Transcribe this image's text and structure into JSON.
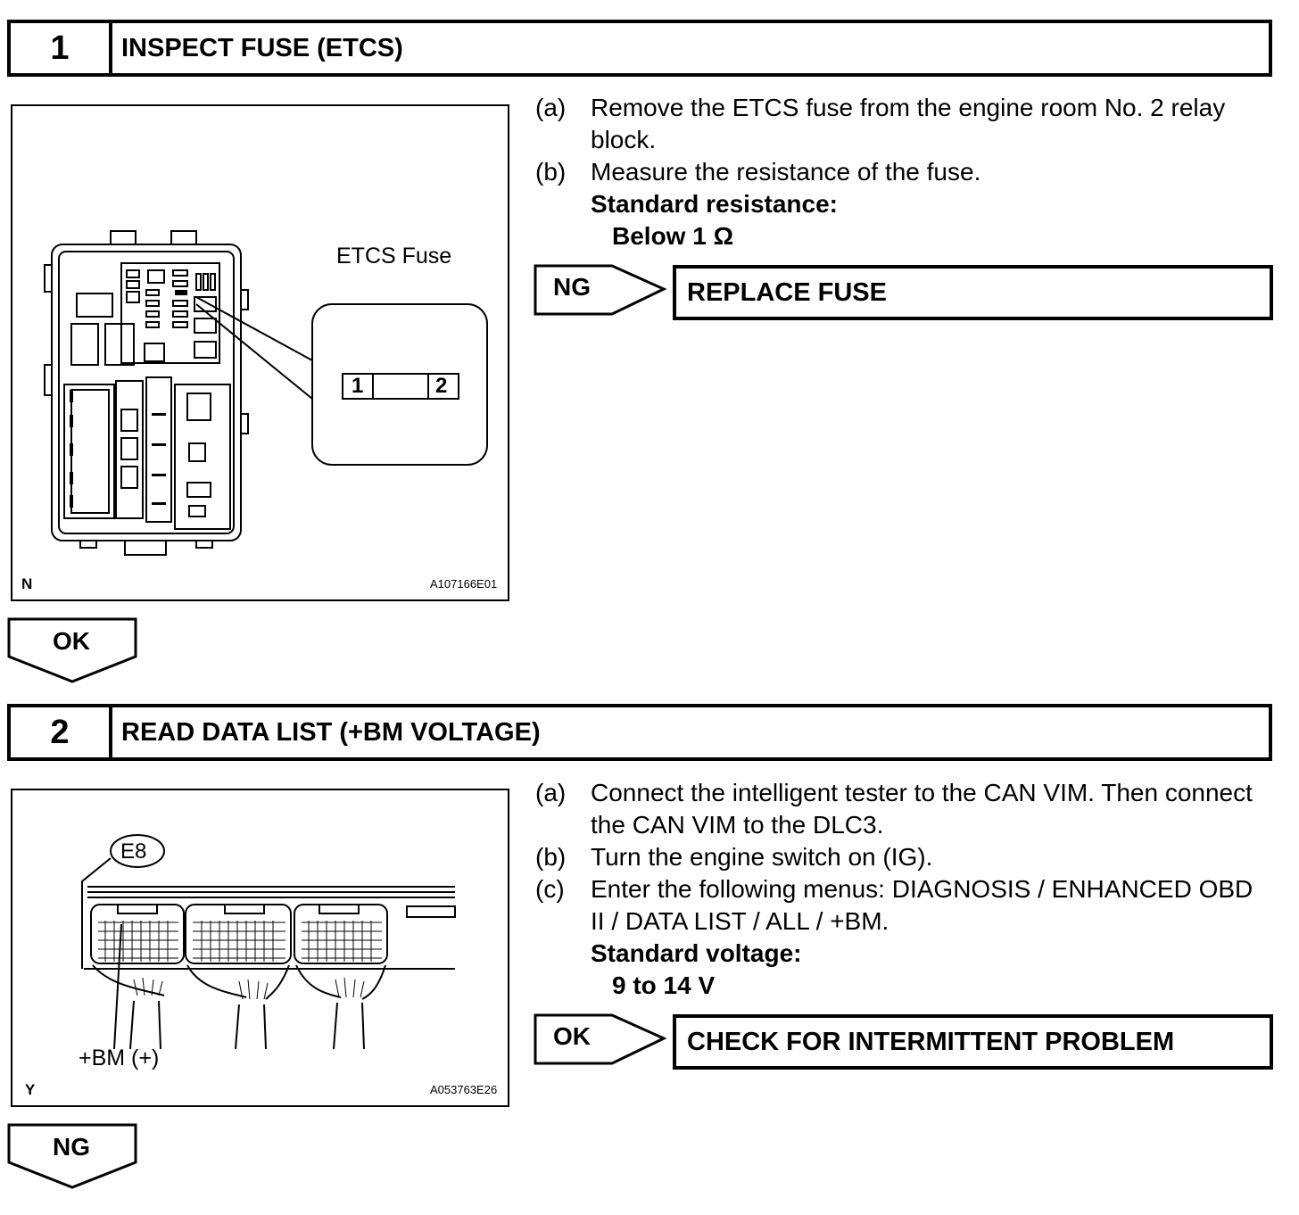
{
  "step1": {
    "number": "1",
    "title": "INSPECT FUSE (ETCS)",
    "figure": {
      "fuse_label": "ETCS Fuse",
      "terminal_1": "1",
      "terminal_2": "2",
      "corner_label": "N",
      "figure_code": "A107166E01"
    },
    "instructions": [
      {
        "label": "(a)",
        "text": "Remove the ETCS fuse from the engine room No. 2 relay block."
      },
      {
        "label": "(b)",
        "text": "Measure the resistance of the fuse."
      }
    ],
    "standard_heading": "Standard resistance:",
    "standard_value": "Below 1 Ω",
    "result": {
      "tag": "NG",
      "action": "REPLACE FUSE"
    },
    "next": "OK"
  },
  "step2": {
    "number": "2",
    "title": "READ DATA LIST (+BM VOLTAGE)",
    "figure": {
      "connector_label": "E8",
      "terminal_label": "+BM (+)",
      "corner_label": "Y",
      "figure_code": "A053763E26"
    },
    "instructions": [
      {
        "label": "(a)",
        "text": "Connect the intelligent tester to the CAN VIM. Then connect the CAN VIM to the DLC3."
      },
      {
        "label": "(b)",
        "text": "Turn the engine switch on (IG)."
      },
      {
        "label": "(c)",
        "text": "Enter the following menus: DIAGNOSIS / ENHANCED OBD II / DATA LIST / ALL / +BM."
      }
    ],
    "standard_heading": "Standard voltage:",
    "standard_value": "9 to 14 V",
    "result": {
      "tag": "OK",
      "action": "CHECK FOR INTERMITTENT PROBLEM"
    },
    "next": "NG"
  }
}
